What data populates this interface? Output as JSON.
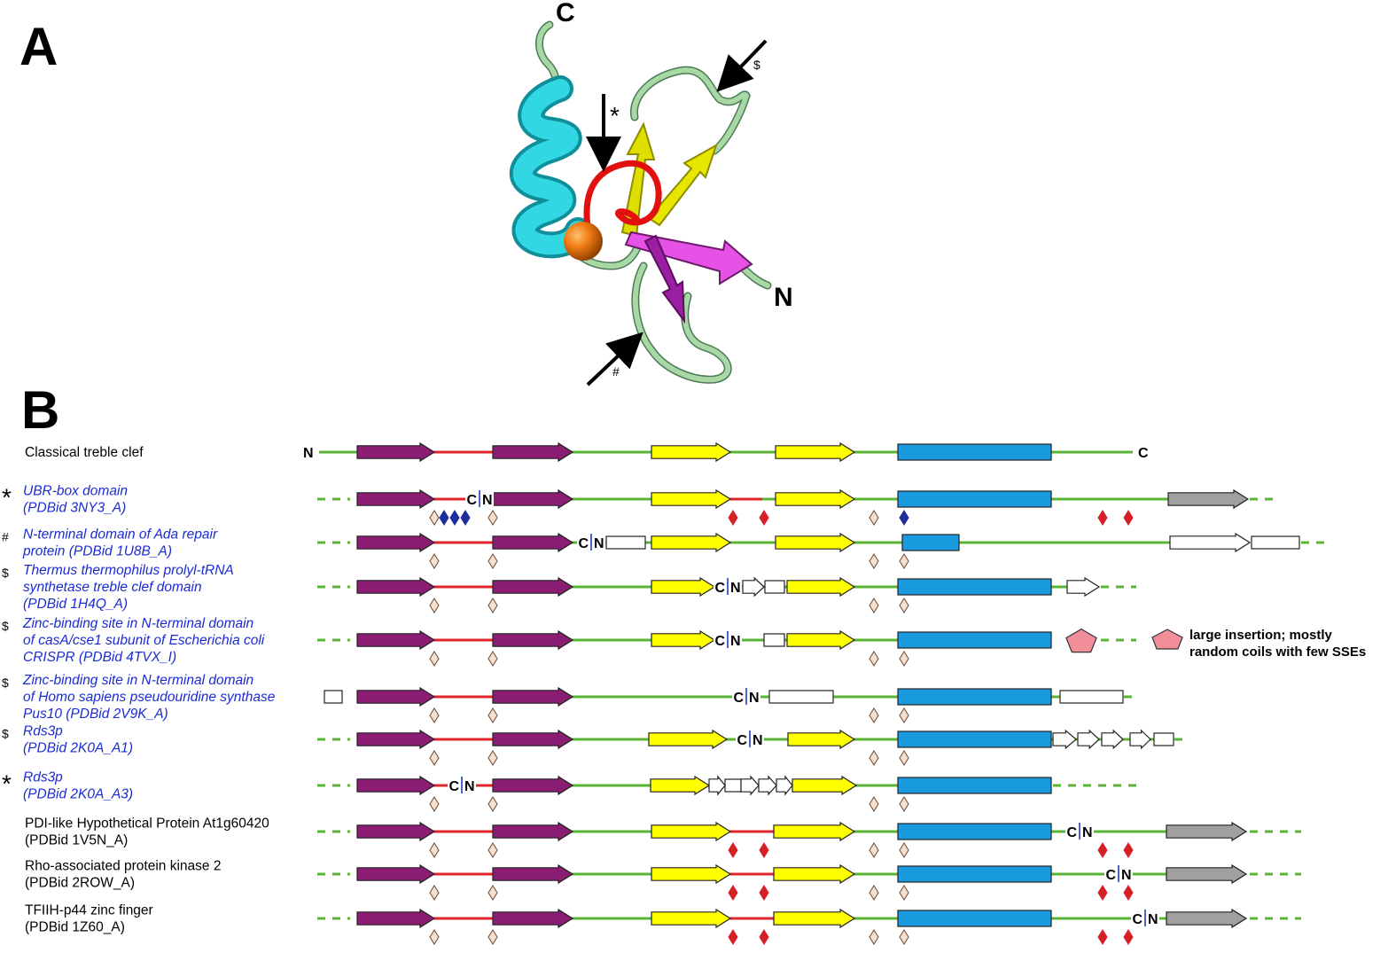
{
  "panel_a": {
    "label": "A",
    "terminus_c": "C",
    "terminus_n": "N",
    "arrow_marks": [
      "*",
      "$",
      "#"
    ]
  },
  "panel_b": {
    "label": "B",
    "legend_note": [
      "large insertion; mostly",
      "random coils with few SSEs"
    ],
    "rows": [
      {
        "mark": "",
        "lines": [
          "Classical treble clef"
        ],
        "link": false,
        "n_label": "N",
        "c_label": "C",
        "dashed": false,
        "coil": [
          [
            360,
            1278,
            "g"
          ],
          [
            490,
            556,
            "r"
          ]
        ],
        "ss": [
          [
            "M",
            403,
            490
          ],
          [
            "M",
            556,
            646
          ],
          [
            "Y",
            735,
            824
          ],
          [
            "Y",
            875,
            964
          ],
          [
            "H",
            1013,
            1186
          ]
        ],
        "cn": [],
        "dia": []
      },
      {
        "mark": "*",
        "lines": [
          "UBR-box domain",
          "(PDBid 3NY3_A)"
        ],
        "link": true,
        "dashed": true,
        "dash": [
          [
            358,
            395
          ],
          [
            1410,
            1440
          ]
        ],
        "coil": [
          [
            403,
            1318,
            "g"
          ],
          [
            490,
            530,
            "r"
          ],
          [
            824,
            860,
            "r"
          ]
        ],
        "ss": [
          [
            "M",
            403,
            490
          ],
          [
            "M",
            556,
            646
          ],
          [
            "Y",
            735,
            824
          ],
          [
            "Y",
            875,
            964
          ],
          [
            "H",
            1013,
            1186
          ],
          [
            "G",
            1318,
            1408
          ]
        ],
        "cn": [
          541
        ],
        "dia": [
          [
            "o",
            490
          ],
          [
            "b",
            501
          ],
          [
            "b",
            513
          ],
          [
            "b",
            525
          ],
          [
            "o",
            556
          ],
          [
            "r",
            827
          ],
          [
            "r",
            862
          ],
          [
            "o",
            986
          ],
          [
            "b",
            1020
          ],
          [
            "r",
            1244
          ],
          [
            "r",
            1273
          ]
        ]
      },
      {
        "mark": "#",
        "lines": [
          "N-terminal domain of Ada repair",
          "protein (PDBid 1U8B_A)"
        ],
        "link": true,
        "dashed": true,
        "dash": [
          [
            358,
            395
          ],
          [
            1468,
            1502
          ]
        ],
        "coil": [
          [
            403,
            1320,
            "g"
          ],
          [
            490,
            556,
            "r"
          ]
        ],
        "ss": [
          [
            "M",
            403,
            490
          ],
          [
            "M",
            556,
            646
          ],
          [
            "W",
            684,
            728
          ],
          [
            "Y",
            735,
            824
          ],
          [
            "Y",
            875,
            964
          ],
          [
            "H",
            1018,
            1082
          ],
          [
            "A",
            1320,
            1410
          ],
          [
            "W",
            1412,
            1466
          ]
        ],
        "cn": [
          667
        ],
        "dia": [
          [
            "o",
            490
          ],
          [
            "o",
            556
          ],
          [
            "o",
            986
          ],
          [
            "o",
            1020
          ]
        ]
      },
      {
        "mark": "$",
        "lines": [
          "Thermus thermophilus prolyl-tRNA",
          "synthetase treble clef domain",
          "(PDBid 1H4Q_A)"
        ],
        "link": true,
        "dashed": true,
        "dash": [
          [
            358,
            395
          ],
          [
            1242,
            1282
          ]
        ],
        "coil": [
          [
            403,
            1204,
            "g"
          ],
          [
            490,
            556,
            "r"
          ]
        ],
        "ss": [
          [
            "M",
            403,
            490
          ],
          [
            "M",
            556,
            646
          ],
          [
            "Y",
            735,
            806
          ],
          [
            "A",
            838,
            862
          ],
          [
            "W",
            863,
            885
          ],
          [
            "Y",
            888,
            964
          ],
          [
            "H",
            1013,
            1186
          ],
          [
            "A",
            1204,
            1240
          ]
        ],
        "cn": [
          821
        ],
        "dia": [
          [
            "o",
            490
          ],
          [
            "o",
            556
          ],
          [
            "o",
            986
          ],
          [
            "o",
            1020
          ]
        ]
      },
      {
        "mark": "$",
        "lines": [
          "Zinc-binding site in N-terminal domain",
          "of casA/cse1 subunit of Escherichia coli",
          "CRISPR (PDBid 4TVX_I)"
        ],
        "link": true,
        "dashed": true,
        "dash": [
          [
            358,
            395
          ],
          [
            1242,
            1282
          ]
        ],
        "coil": [
          [
            403,
            1186,
            "g"
          ],
          [
            490,
            556,
            "r"
          ]
        ],
        "ss": [
          [
            "M",
            403,
            490
          ],
          [
            "M",
            556,
            646
          ],
          [
            "Y",
            735,
            806
          ],
          [
            "W",
            862,
            885
          ],
          [
            "Y",
            888,
            964
          ],
          [
            "H",
            1013,
            1186
          ],
          [
            "P",
            1220,
            0
          ]
        ],
        "cn": [
          821
        ],
        "dia": [
          [
            "o",
            490
          ],
          [
            "o",
            556
          ],
          [
            "o",
            986
          ],
          [
            "o",
            1020
          ]
        ]
      },
      {
        "mark": "$",
        "lines": [
          "Zinc-binding site in N-terminal domain",
          "of Homo sapiens pseudouridine synthase",
          "Pus10 (PDBid 2V9K_A)"
        ],
        "link": true,
        "dashed": true,
        "dash": [
          [
            1268,
            1282
          ]
        ],
        "coil": [
          [
            403,
            1196,
            "g"
          ],
          [
            490,
            556,
            "r"
          ]
        ],
        "ss": [
          [
            "W",
            366,
            386
          ],
          [
            "M",
            403,
            490
          ],
          [
            "M",
            556,
            646
          ],
          [
            "W",
            868,
            940
          ],
          [
            "H",
            1013,
            1186
          ],
          [
            "W",
            1196,
            1267
          ]
        ],
        "cn": [
          842
        ],
        "dia": [
          [
            "o",
            490
          ],
          [
            "o",
            556
          ],
          [
            "o",
            986
          ],
          [
            "o",
            1020
          ]
        ]
      },
      {
        "mark": "$",
        "lines": [
          "Rds3p",
          "(PDBid 2K0A_A1)"
        ],
        "link": true,
        "dashed": true,
        "dash": [
          [
            358,
            395
          ],
          [
            1325,
            1340
          ]
        ],
        "coil": [
          [
            403,
            1302,
            "g"
          ],
          [
            490,
            556,
            "r"
          ]
        ],
        "ss": [
          [
            "M",
            403,
            490
          ],
          [
            "M",
            556,
            646
          ],
          [
            "Y",
            732,
            820
          ],
          [
            "Y",
            889,
            964
          ],
          [
            "H",
            1013,
            1186
          ],
          [
            "A",
            1188,
            1214
          ],
          [
            "A",
            1216,
            1240
          ],
          [
            "A",
            1243,
            1267
          ],
          [
            "A",
            1275,
            1298
          ],
          [
            "W",
            1302,
            1324
          ]
        ],
        "cn": [
          846
        ],
        "dia": [
          [
            "o",
            490
          ],
          [
            "o",
            556
          ],
          [
            "o",
            986
          ],
          [
            "o",
            1020
          ]
        ]
      },
      {
        "mark": "*",
        "lines": [
          "Rds3p",
          "(PDBid 2K0A_A3)"
        ],
        "link": true,
        "dashed": true,
        "dash": [
          [
            358,
            395
          ],
          [
            1188,
            1282
          ]
        ],
        "coil": [
          [
            403,
            1186,
            "g"
          ],
          [
            490,
            556,
            "r"
          ]
        ],
        "ss": [
          [
            "M",
            403,
            490
          ],
          [
            "M",
            556,
            646
          ],
          [
            "Y",
            734,
            800
          ],
          [
            "A",
            800,
            818
          ],
          [
            "W",
            818,
            836
          ],
          [
            "A",
            836,
            856
          ],
          [
            "A",
            856,
            876
          ],
          [
            "A",
            876,
            894
          ],
          [
            "Y",
            894,
            966
          ],
          [
            "H",
            1013,
            1186
          ]
        ],
        "cn": [
          521
        ],
        "dia": [
          [
            "o",
            490
          ],
          [
            "o",
            556
          ],
          [
            "o",
            986
          ],
          [
            "o",
            1020
          ]
        ]
      },
      {
        "mark": "",
        "lines": [
          "PDI-like Hypothetical Protein At1g60420",
          "(PDBid 1V5N_A)"
        ],
        "link": false,
        "dashed": true,
        "dash": [
          [
            358,
            395
          ],
          [
            1410,
            1468
          ]
        ],
        "coil": [
          [
            403,
            1316,
            "g"
          ],
          [
            490,
            556,
            "r"
          ],
          [
            824,
            873,
            "r"
          ]
        ],
        "ss": [
          [
            "M",
            403,
            490
          ],
          [
            "M",
            556,
            646
          ],
          [
            "Y",
            735,
            824
          ],
          [
            "Y",
            873,
            964
          ],
          [
            "H",
            1013,
            1186
          ],
          [
            "G",
            1316,
            1406
          ]
        ],
        "cn": [
          1218
        ],
        "dia": [
          [
            "o",
            490
          ],
          [
            "o",
            556
          ],
          [
            "r",
            827
          ],
          [
            "r",
            862
          ],
          [
            "o",
            986
          ],
          [
            "o",
            1020
          ],
          [
            "r",
            1244
          ],
          [
            "r",
            1273
          ]
        ]
      },
      {
        "mark": "",
        "lines": [
          "Rho-associated protein kinase 2",
          "(PDBid 2ROW_A)"
        ],
        "link": false,
        "dashed": true,
        "dash": [
          [
            358,
            395
          ],
          [
            1410,
            1468
          ]
        ],
        "coil": [
          [
            403,
            1316,
            "g"
          ],
          [
            490,
            556,
            "r"
          ],
          [
            824,
            873,
            "r"
          ]
        ],
        "ss": [
          [
            "M",
            403,
            490
          ],
          [
            "M",
            556,
            646
          ],
          [
            "Y",
            735,
            824
          ],
          [
            "Y",
            873,
            964
          ],
          [
            "H",
            1013,
            1186
          ],
          [
            "G",
            1316,
            1406
          ]
        ],
        "cn": [
          1262
        ],
        "dia": [
          [
            "o",
            490
          ],
          [
            "o",
            556
          ],
          [
            "r",
            827
          ],
          [
            "r",
            862
          ],
          [
            "o",
            986
          ],
          [
            "o",
            1020
          ],
          [
            "r",
            1244
          ],
          [
            "r",
            1273
          ]
        ]
      },
      {
        "mark": "",
        "lines": [
          "TFIIH-p44 zinc finger",
          "(PDBid 1Z60_A)"
        ],
        "link": false,
        "dashed": true,
        "dash": [
          [
            358,
            395
          ],
          [
            1410,
            1468
          ]
        ],
        "coil": [
          [
            403,
            1316,
            "g"
          ],
          [
            490,
            556,
            "r"
          ],
          [
            824,
            873,
            "r"
          ]
        ],
        "ss": [
          [
            "M",
            403,
            490
          ],
          [
            "M",
            556,
            646
          ],
          [
            "Y",
            735,
            824
          ],
          [
            "Y",
            873,
            964
          ],
          [
            "H",
            1013,
            1186
          ],
          [
            "G",
            1316,
            1406
          ]
        ],
        "cn": [
          1292
        ],
        "dia": [
          [
            "o",
            490
          ],
          [
            "o",
            556
          ],
          [
            "r",
            827
          ],
          [
            "r",
            862
          ],
          [
            "o",
            986
          ],
          [
            "o",
            1020
          ],
          [
            "r",
            1244
          ],
          [
            "r",
            1273
          ]
        ]
      }
    ]
  },
  "colors": {
    "strand_purple": "#8b1e72",
    "strand_yellow": "#ffff00",
    "helix_blue": "#1a9be0",
    "coil_green": "#5bb534",
    "coil_red": "#e0242c",
    "strand_gray": "#a0a0a0",
    "insertion_pink": "#f28e9a",
    "link_blue": "#1a2bd4",
    "diamond_red": "#d61f26",
    "diamond_blue": "#1d2f9e",
    "diamond_tan": "#f5e0cf"
  }
}
